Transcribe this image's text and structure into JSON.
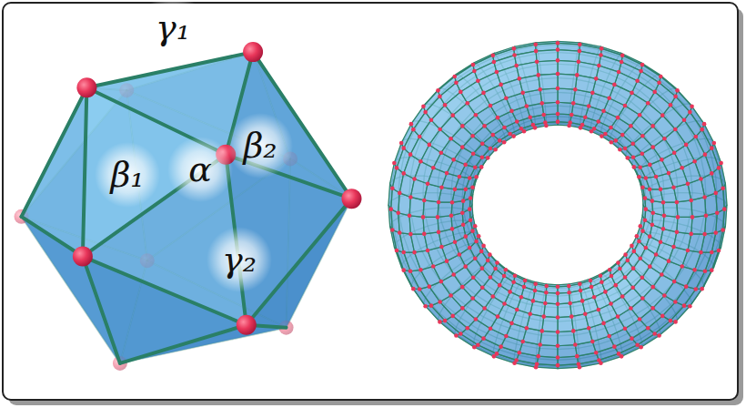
{
  "diagram": {
    "labels": [
      "γ₁",
      "β₁",
      "α",
      "β₂",
      "γ₂"
    ]
  }
}
